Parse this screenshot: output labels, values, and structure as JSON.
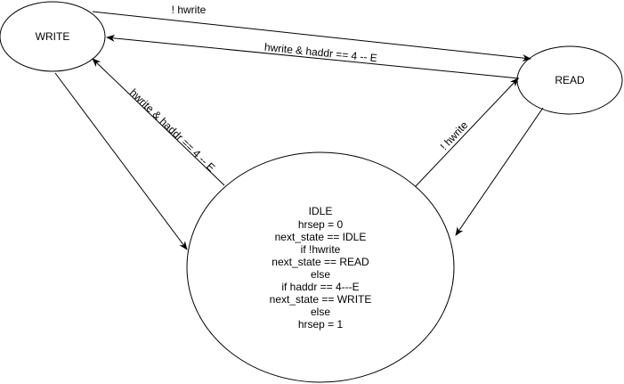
{
  "states": {
    "write": {
      "label": "WRITE"
    },
    "read": {
      "label": "READ"
    },
    "idle": {
      "lines": [
        "IDLE",
        "hrsep = 0",
        "next_state == IDLE",
        "if !hwrite",
        "next_state == READ",
        "else",
        "if haddr == 4---E",
        "next_state == WRITE",
        "else",
        "hrsep = 1"
      ]
    }
  },
  "transitions": {
    "write_to_read": "! hwrite",
    "read_to_write": "hwrite & haddr == 4 -- E",
    "idle_to_write": "hwrite & haddr == 4 -- E",
    "idle_to_read": "! hwrite"
  },
  "colors": {
    "stroke": "#000000",
    "background": "#ffffff"
  }
}
